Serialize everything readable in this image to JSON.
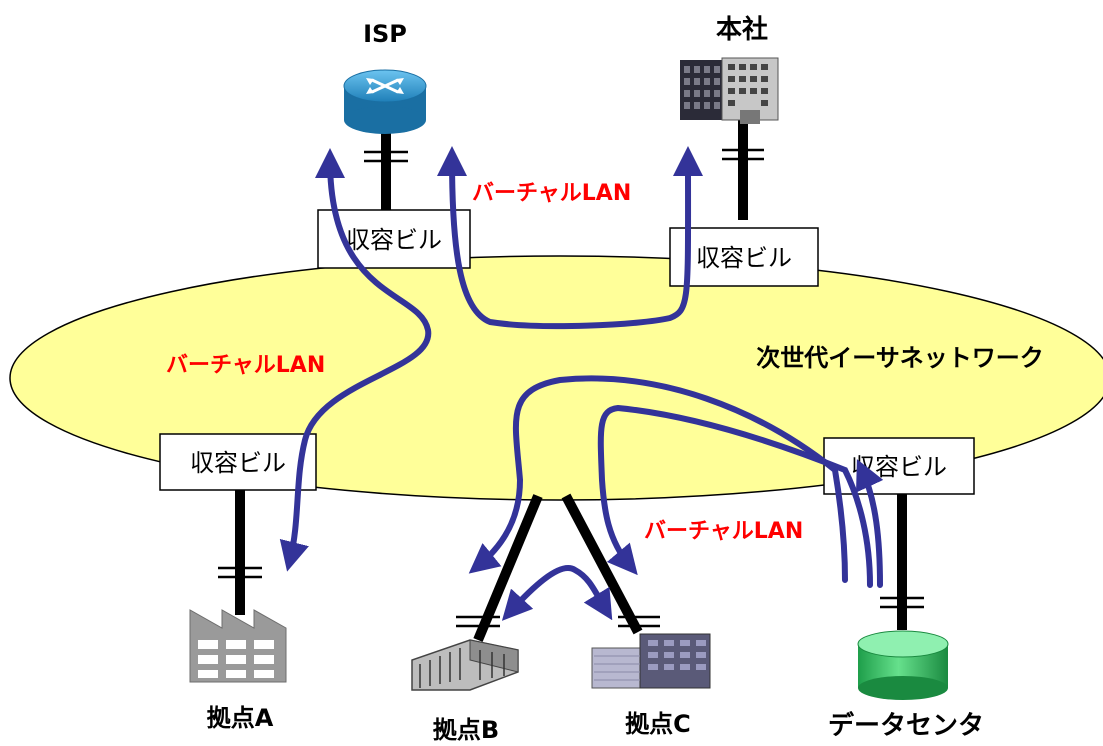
{
  "labels": {
    "isp": "ISP",
    "hq": "本社",
    "network": "次世代イーサネットワーク",
    "site_a": "拠点A",
    "site_b": "拠点B",
    "site_c": "拠点C",
    "datacenter": "データセンタ"
  },
  "building_label": "収容ビル",
  "vlan_label": "バーチャルLAN",
  "colors": {
    "ellipse_fill": "#ffff99",
    "arrow": "#333399",
    "vlan_text": "#ff0000",
    "router": "#2a8fc9",
    "database": "#33cc66"
  }
}
